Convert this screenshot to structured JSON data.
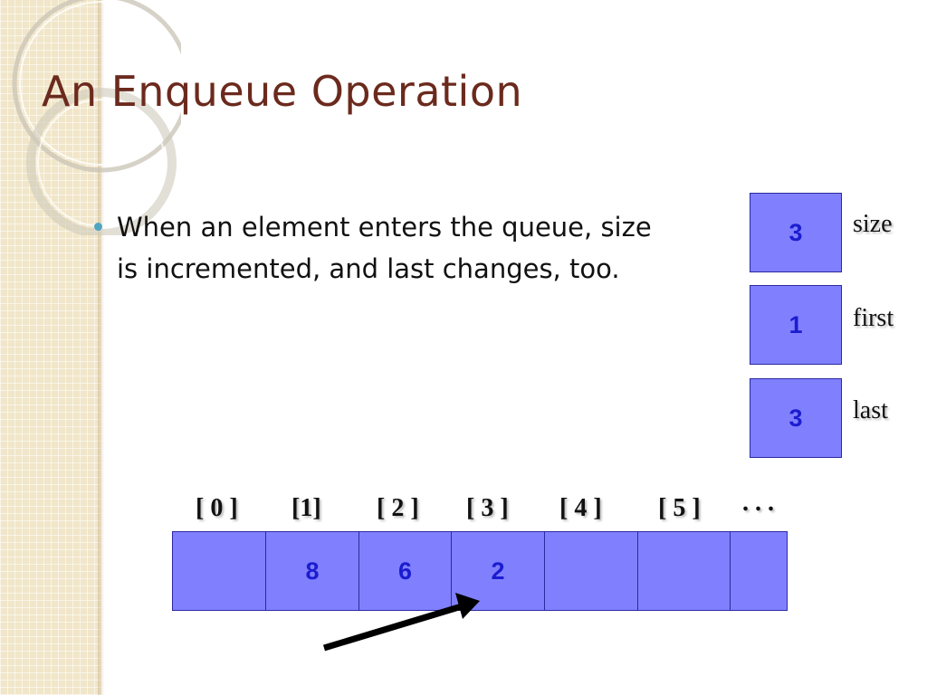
{
  "slide": {
    "title": "An Enqueue Operation",
    "bullet": "When an element enters the queue, size is incremented, and last changes, too."
  },
  "variables": [
    {
      "value": "3",
      "label": "size"
    },
    {
      "value": "1",
      "label": "first"
    },
    {
      "value": "3",
      "label": "last"
    }
  ],
  "array": {
    "indices": [
      "[ 0 ]",
      "[1]",
      "[ 2 ]",
      "[ 3 ]",
      "[ 4 ]",
      "[ 5 ]",
      ". . ."
    ],
    "cells": [
      "",
      "8",
      "6",
      "2",
      "",
      "",
      ""
    ]
  },
  "colors": {
    "box_fill": "#8080ff",
    "box_text": "#1c1ccf",
    "title": "#6b2a1d",
    "bullet": "#4fa6c0"
  }
}
